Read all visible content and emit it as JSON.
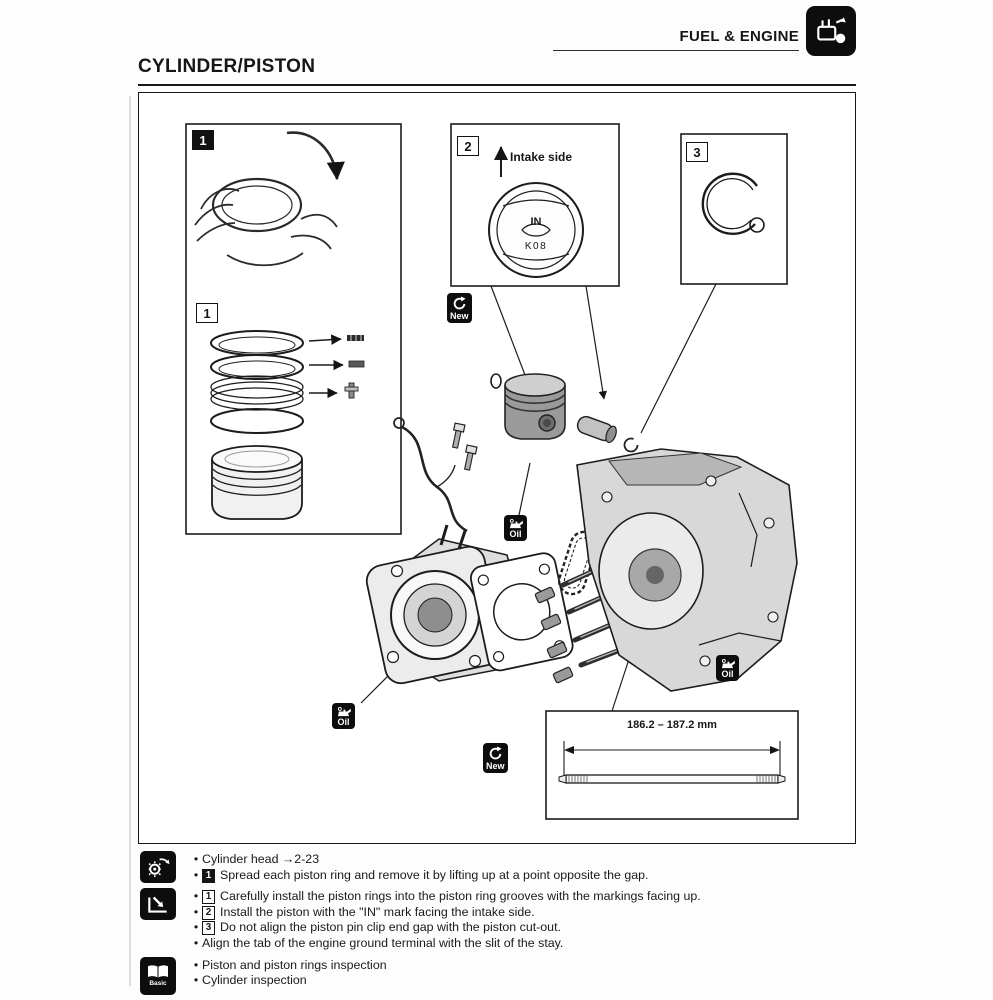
{
  "header": {
    "section_label": "FUEL & ENGINE",
    "title": "CYLINDER/PISTON"
  },
  "icons": {
    "corner": "engine-icon",
    "new_badge": "recycle-arrows-icon",
    "oil_badge": "oil-can-icon",
    "removal": "gear-arrows-icon",
    "installation": "install-arrow-icon",
    "basic": "open-book-icon",
    "basic_label": "Basic"
  },
  "diagram": {
    "callout_1": "1",
    "callout_1b": "1",
    "callout_2": "2",
    "callout_3": "3",
    "intake_label": "Intake side",
    "piston_mark_in": "IN",
    "piston_mark_code": "K08",
    "badge_new": "New",
    "badge_oil": "Oil",
    "stud_length": "186.2 – 187.2 mm"
  },
  "notes": [
    {
      "icon": "gear-arrows-icon",
      "rows": [
        {
          "bullet": "•",
          "text": "Cylinder head →2-23"
        },
        {
          "bullet": "•",
          "box": "1",
          "text": "Spread each piston ring and remove it by lifting up at a point opposite the gap."
        }
      ]
    },
    {
      "icon": "install-arrow-icon",
      "rows": [
        {
          "bullet": "•",
          "box": "1",
          "text": "Carefully install the piston rings into the piston ring grooves with the markings facing up."
        },
        {
          "bullet": "•",
          "box": "2",
          "text": "Install the piston with the \"IN\" mark facing the intake side."
        },
        {
          "bullet": "•",
          "box": "3",
          "text": "Do not align the piston pin clip end gap with the piston cut-out."
        },
        {
          "bullet": "•",
          "text": "Align the tab of the engine ground terminal with the slit of the stay."
        }
      ]
    },
    {
      "icon": "open-book-icon",
      "rows": [
        {
          "bullet": "•",
          "text": "Piston and piston rings inspection"
        },
        {
          "bullet": "•",
          "text": "Cylinder inspection"
        }
      ]
    }
  ]
}
